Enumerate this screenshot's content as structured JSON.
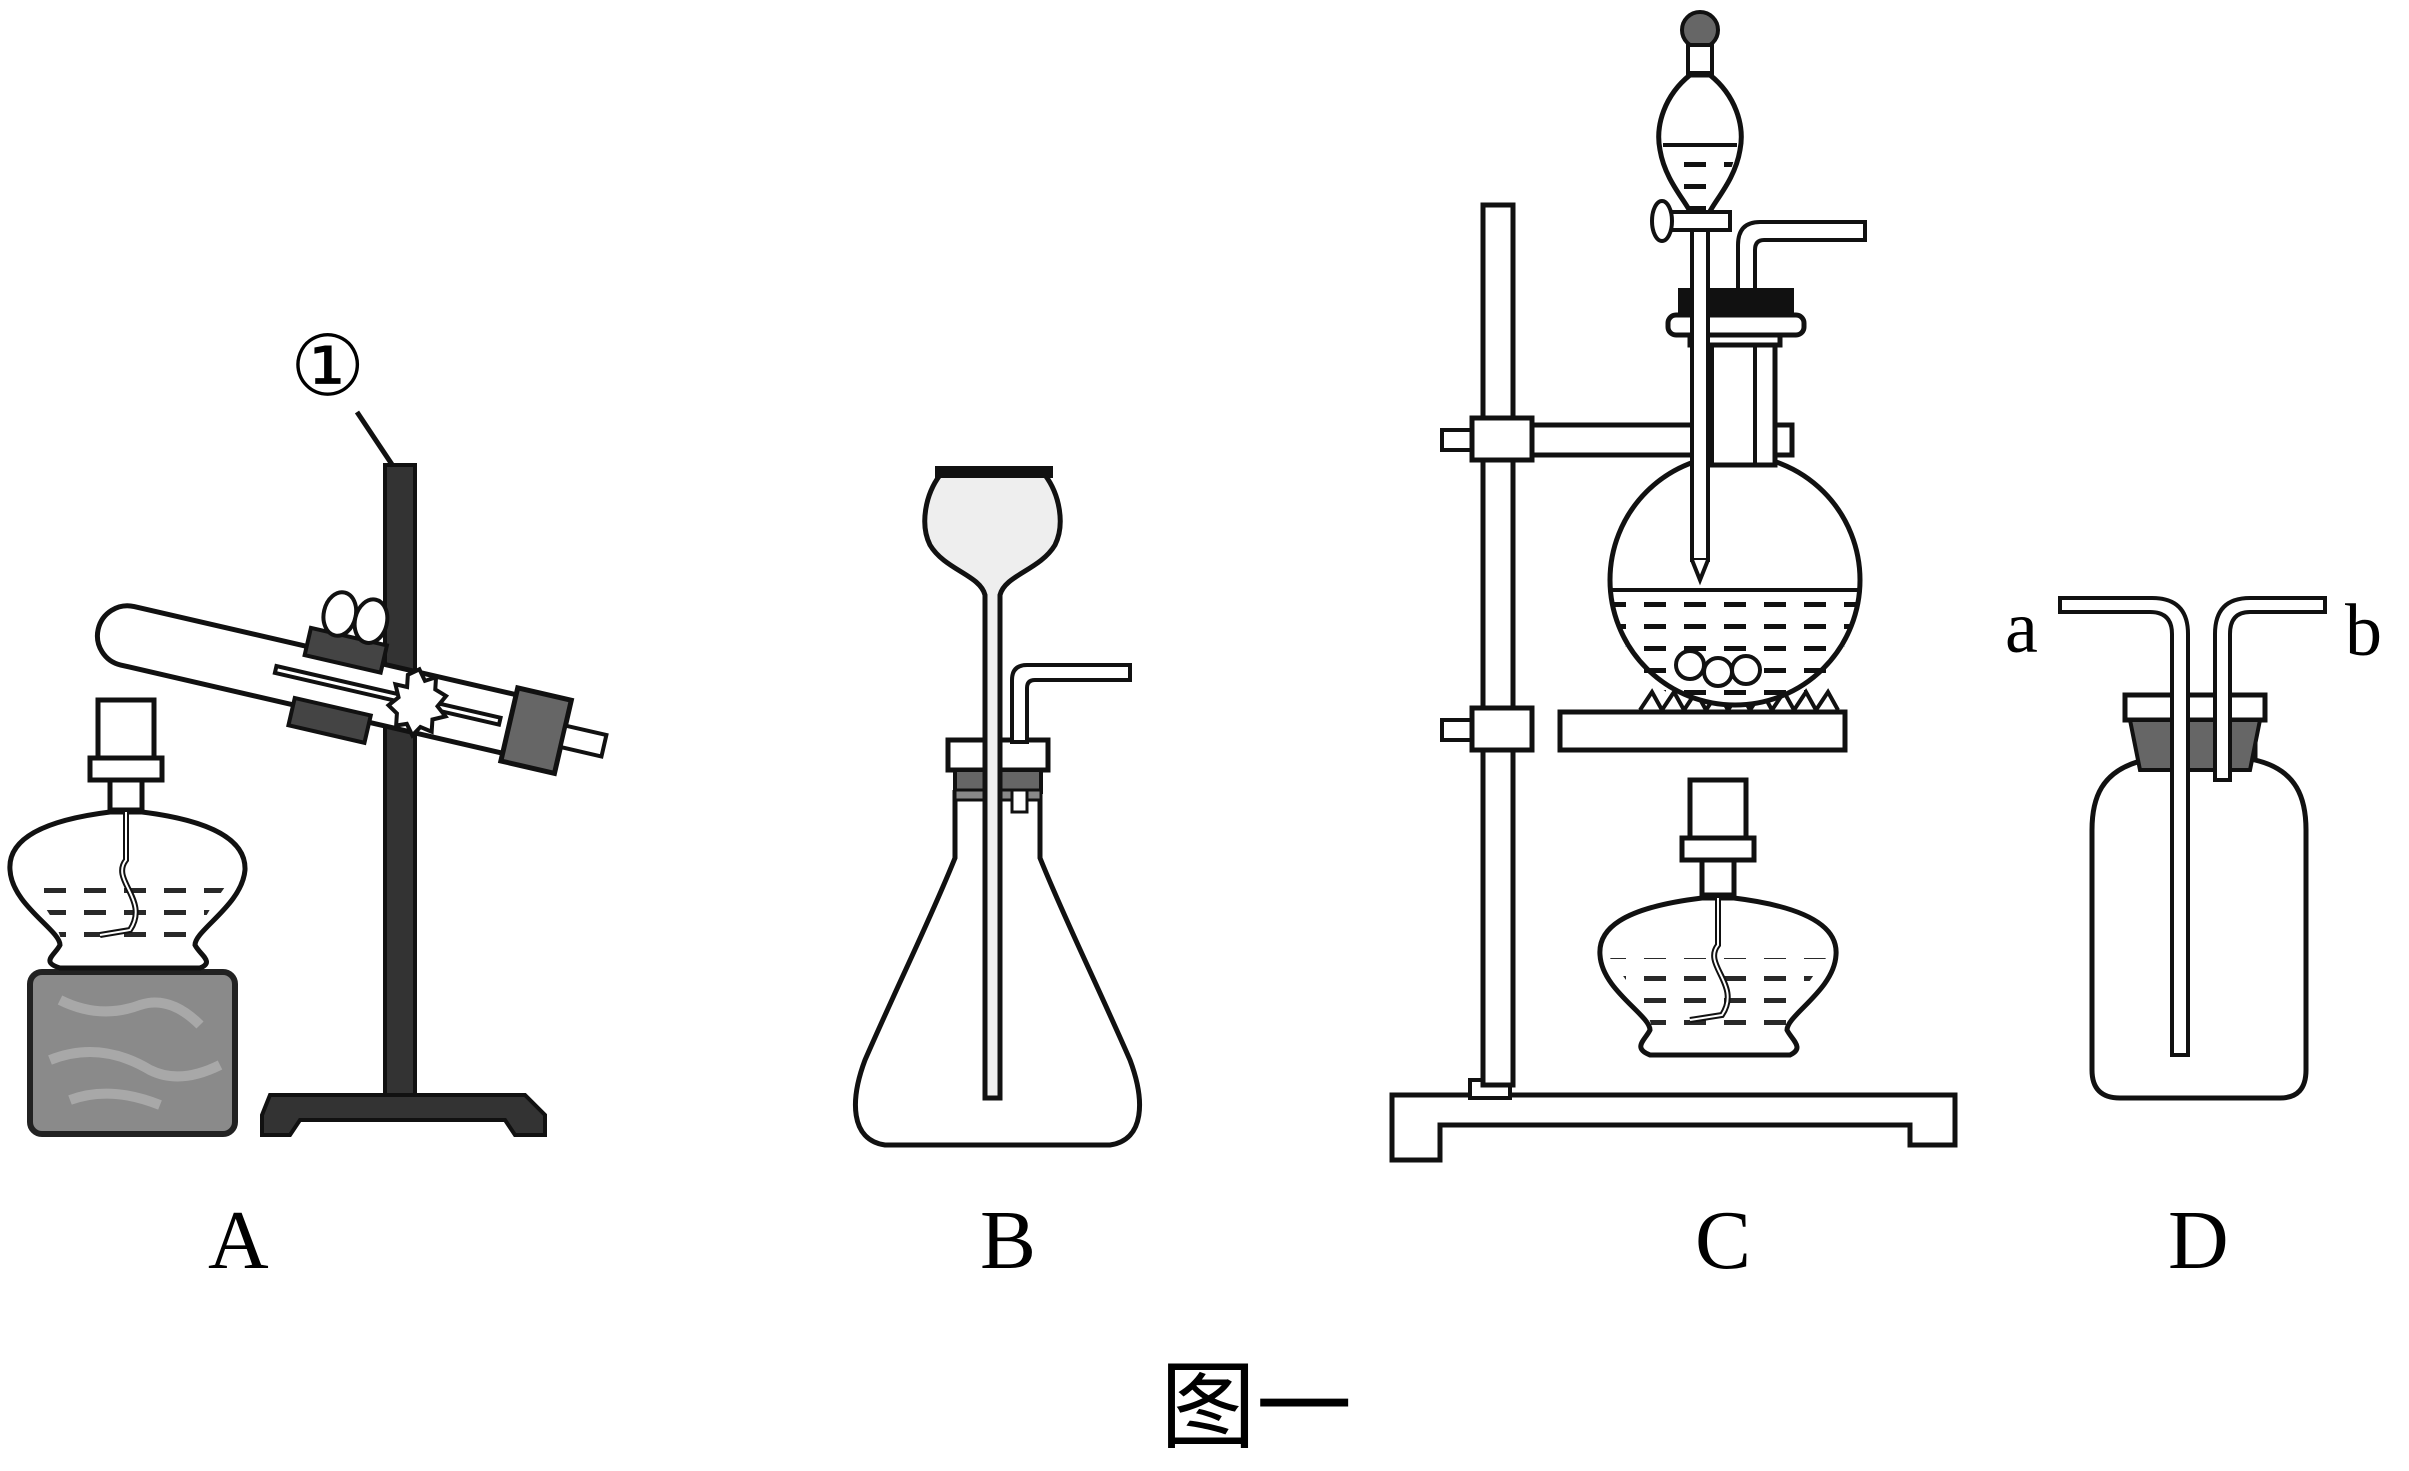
{
  "figure": {
    "caption": "图一",
    "apparatus": [
      {
        "id": "A",
        "label": "A",
        "callout": "①"
      },
      {
        "id": "B",
        "label": "B"
      },
      {
        "id": "C",
        "label": "C"
      },
      {
        "id": "D",
        "label": "D",
        "inlet": "a",
        "outlet": "b"
      }
    ]
  }
}
